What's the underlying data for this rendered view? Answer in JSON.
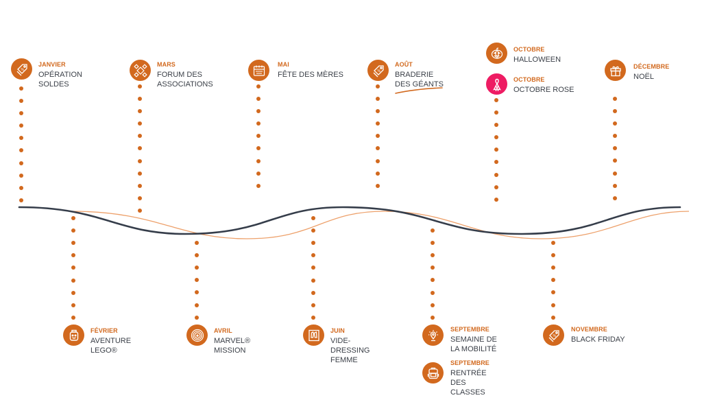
{
  "colors": {
    "accent": "#d2691e",
    "pink": "#ee1c63",
    "wave_dark": "#353d4a",
    "wave_light": "#eda06a",
    "text": "#3a3f47"
  },
  "events": [
    {
      "id": "janvier",
      "month": "JANVIER",
      "title": "OPÉRATION SOLDES",
      "icon": "price-tag-icon",
      "position": "top",
      "color": "accent"
    },
    {
      "id": "fevrier",
      "month": "FÉVRIER",
      "title": "AVENTURE LEGO®",
      "icon": "lego-head-icon",
      "position": "bottom",
      "color": "accent"
    },
    {
      "id": "mars",
      "month": "MARS",
      "title": "FORUM DES ASSOCIATIONS",
      "icon": "meeting-table-icon",
      "position": "top",
      "color": "accent"
    },
    {
      "id": "avril",
      "month": "AVRIL",
      "title": "MARVEL® MISSION",
      "icon": "shield-target-icon",
      "position": "bottom",
      "color": "accent"
    },
    {
      "id": "mai",
      "month": "MAI",
      "title": "FÊTE DES MÈRES",
      "icon": "calendar-icon",
      "position": "top",
      "color": "accent"
    },
    {
      "id": "juin",
      "month": "JUIN",
      "title": "VIDE-DRESSING FEMME",
      "icon": "wardrobe-icon",
      "position": "bottom",
      "color": "accent"
    },
    {
      "id": "aout",
      "month": "AOÛT",
      "title": "BRADERIE DES GÉANTS",
      "icon": "price-tag-icon",
      "position": "top",
      "color": "accent",
      "underline": true
    },
    {
      "id": "septembre-1",
      "month": "SEPTEMBRE",
      "title": "SEMAINE DE LA MOBILITÉ",
      "icon": "lightbulb-pin-icon",
      "position": "bottom",
      "color": "accent"
    },
    {
      "id": "septembre-2",
      "month": "SEPTEMBRE",
      "title": "RENTRÉE DES CLASSES",
      "icon": "backpack-icon",
      "position": "bottom",
      "color": "accent"
    },
    {
      "id": "octobre-1",
      "month": "OCTOBRE",
      "title": "HALLOWEEN",
      "icon": "pumpkin-icon",
      "position": "top",
      "color": "accent"
    },
    {
      "id": "octobre-2",
      "month": "OCTOBRE",
      "title": "OCTOBRE ROSE",
      "icon": "ribbon-icon",
      "position": "top",
      "color": "pink"
    },
    {
      "id": "novembre",
      "month": "NOVEMBRE",
      "title": "BLACK FRIDAY",
      "icon": "price-tag-icon",
      "position": "bottom",
      "color": "accent"
    },
    {
      "id": "decembre",
      "month": "DÉCEMBRE",
      "title": "NOËL",
      "icon": "gift-icon",
      "position": "top",
      "color": "accent"
    }
  ]
}
